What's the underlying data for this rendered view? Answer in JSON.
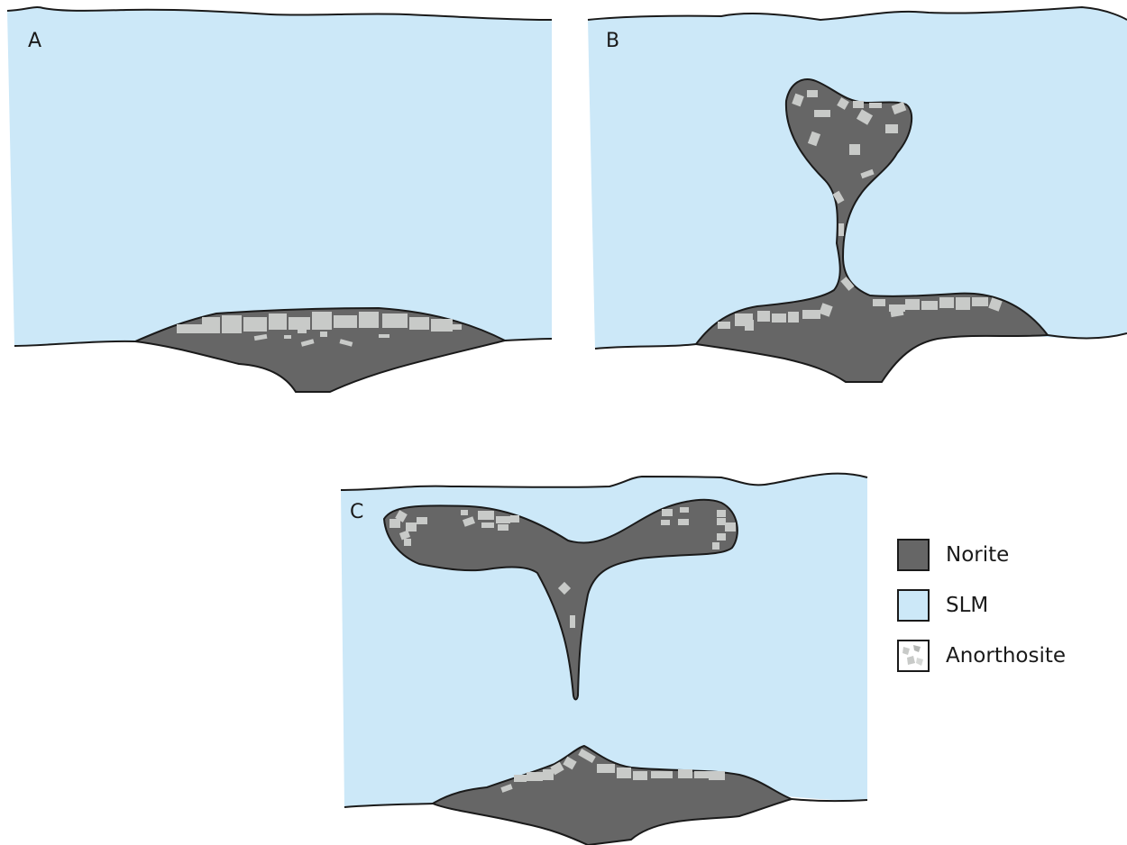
{
  "panels": [
    {
      "label": "A"
    },
    {
      "label": "B"
    },
    {
      "label": "C"
    }
  ],
  "legend": {
    "items": [
      {
        "label": "Norite",
        "color": "#666666",
        "icon": "solid-swatch"
      },
      {
        "label": "SLM",
        "color": "#cce8f8",
        "icon": "solid-swatch"
      },
      {
        "label": "Anorthosite",
        "color": "#c8cac8",
        "icon": "crystal-fragments-swatch"
      }
    ]
  },
  "colors": {
    "slm": "#cce8f8",
    "norite": "#666666",
    "anorthosite": "#c8cac8",
    "outline": "#1a1a1a"
  }
}
